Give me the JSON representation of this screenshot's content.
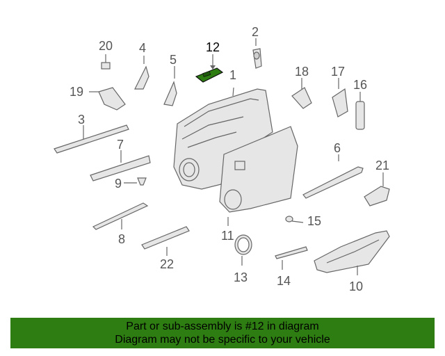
{
  "callouts": {
    "c1": "1",
    "c2": "2",
    "c3": "3",
    "c4": "4",
    "c5": "5",
    "c6": "6",
    "c7": "7",
    "c8": "8",
    "c9": "9",
    "c10": "10",
    "c11": "11",
    "c12": "12",
    "c13": "13",
    "c14": "14",
    "c15": "15",
    "c16": "16",
    "c17": "17",
    "c18": "18",
    "c19": "19",
    "c20": "20",
    "c21": "21",
    "c22": "22"
  },
  "highlight": {
    "part_number": "12",
    "color": "#2e7d12"
  },
  "banner": {
    "line1": "Part or sub-assembly is #12 in diagram",
    "line2": "Diagram may not be specific to your vehicle",
    "color": "#2e7d12"
  }
}
